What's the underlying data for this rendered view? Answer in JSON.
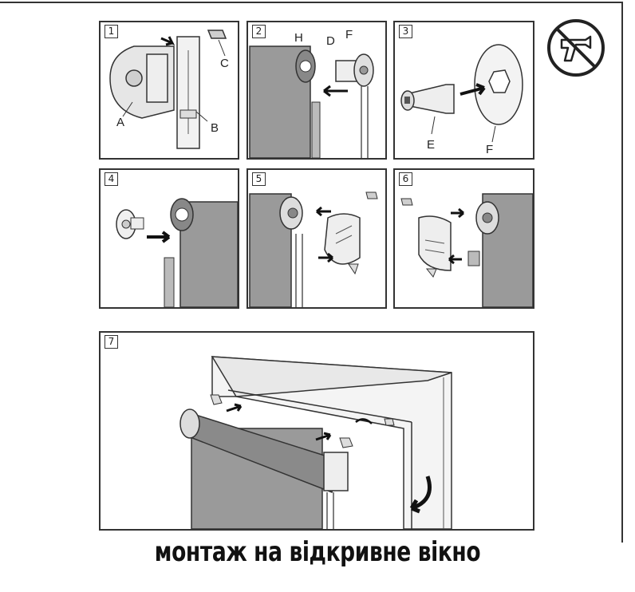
{
  "steps": [
    {
      "number": "1",
      "labels": {
        "A": "A",
        "B": "B",
        "C": "C"
      }
    },
    {
      "number": "2",
      "labels": {
        "H": "H",
        "D": "D",
        "F": "F"
      }
    },
    {
      "number": "3",
      "labels": {
        "E": "E",
        "F": "F"
      }
    },
    {
      "number": "4"
    },
    {
      "number": "5"
    },
    {
      "number": "6"
    },
    {
      "number": "7"
    }
  ],
  "warning_icon": "no-glue-gun-icon",
  "caption": "монтаж на відкривне вікно",
  "colors": {
    "line": "#333333",
    "fabric": "#9a9a9a",
    "fabric_dark": "#7d7d7d",
    "background": "#ffffff"
  }
}
